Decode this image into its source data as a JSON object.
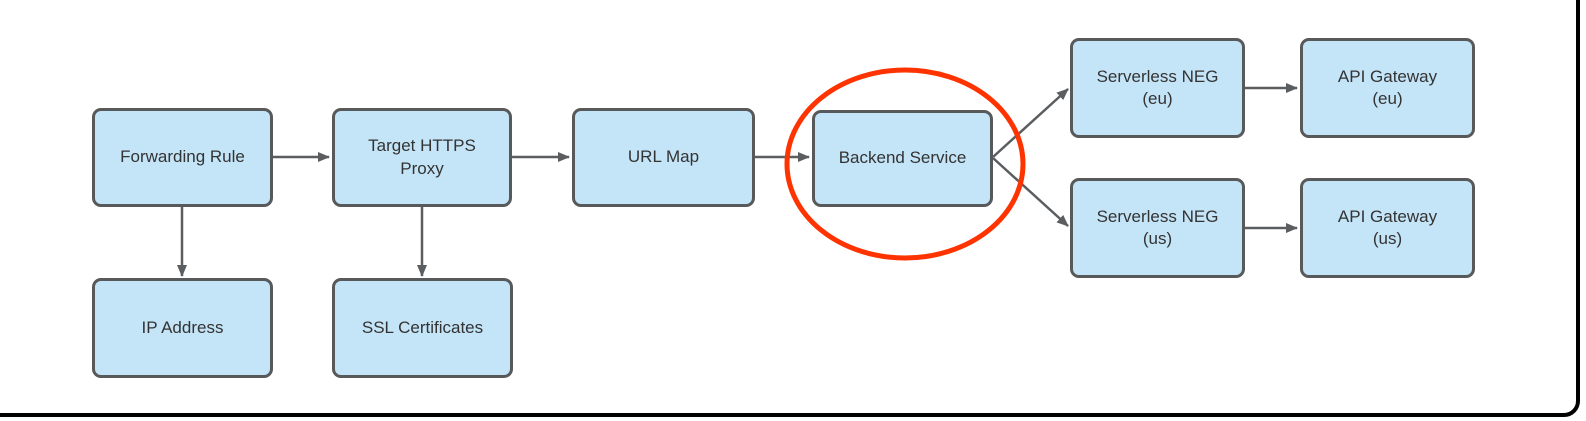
{
  "colors": {
    "node_fill": "#C4E4F7",
    "node_border": "#58595B",
    "arrow": "#5B5E61",
    "text": "#333333",
    "highlight": "#FF3300",
    "frame": "#000000"
  },
  "diagram": {
    "nodes": {
      "forwarding_rule": {
        "label": "Forwarding Rule"
      },
      "target_https_proxy": {
        "label": "Target HTTPS\nProxy"
      },
      "url_map": {
        "label": "URL Map"
      },
      "backend_service": {
        "label": "Backend Service"
      },
      "serverless_neg_eu": {
        "label": "Serverless NEG\n(eu)"
      },
      "api_gateway_eu": {
        "label": "API Gateway\n(eu)"
      },
      "serverless_neg_us": {
        "label": "Serverless NEG\n(us)"
      },
      "api_gateway_us": {
        "label": "API Gateway\n(us)"
      },
      "ip_address": {
        "label": "IP Address"
      },
      "ssl_certificates": {
        "label": "SSL Certificates"
      }
    },
    "edges": [
      {
        "from": "forwarding_rule",
        "to": "target_https_proxy"
      },
      {
        "from": "forwarding_rule",
        "to": "ip_address"
      },
      {
        "from": "target_https_proxy",
        "to": "url_map"
      },
      {
        "from": "target_https_proxy",
        "to": "ssl_certificates"
      },
      {
        "from": "url_map",
        "to": "backend_service"
      },
      {
        "from": "backend_service",
        "to": "serverless_neg_eu"
      },
      {
        "from": "backend_service",
        "to": "serverless_neg_us"
      },
      {
        "from": "serverless_neg_eu",
        "to": "api_gateway_eu"
      },
      {
        "from": "serverless_neg_us",
        "to": "api_gateway_us"
      }
    ],
    "highlight": {
      "shape": "ellipse",
      "around": "backend_service"
    }
  }
}
